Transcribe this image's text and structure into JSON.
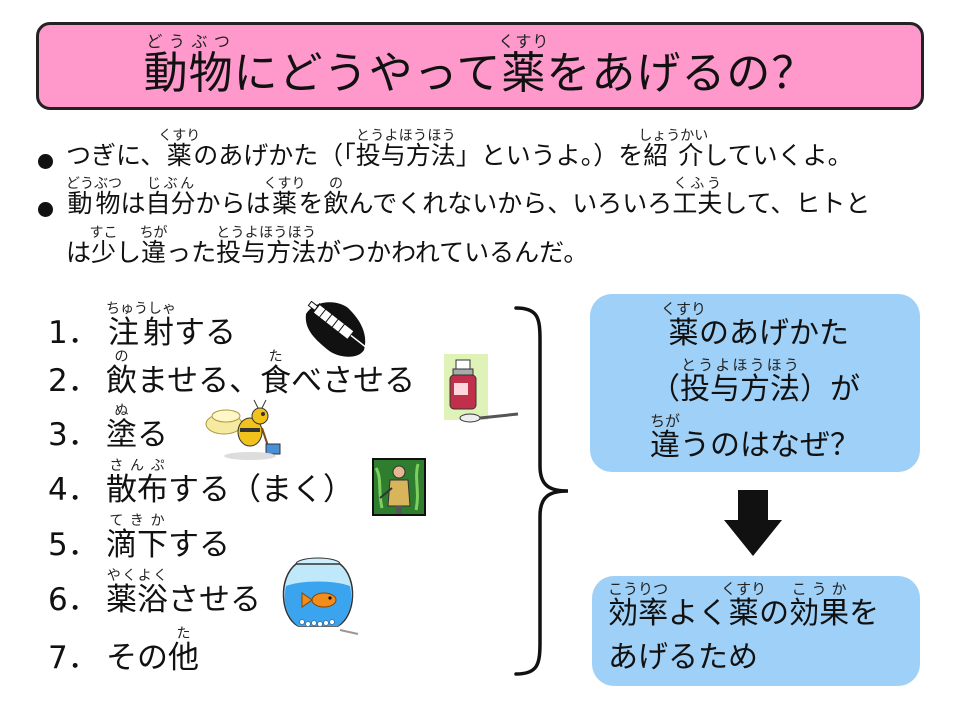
{
  "title": {
    "dou": "動",
    "dou_rt": "どう",
    "butsu": "物",
    "butsu_rt": "ぶつ",
    "mid": "にどうやって",
    "kusuri": "薬",
    "kusuri_rt": "くすり",
    "end": "をあげるの？"
  },
  "bullets": {
    "b1": {
      "p1": "つぎに、",
      "kusuri": "薬",
      "kusuri_rt": "くすり",
      "p2": "のあげかた（「",
      "toyo": "投与方法",
      "toyo_rt": "とうよほうほう",
      "p3": "」というよ。）を",
      "shokai": "紹介",
      "shokai_rt": "しょうかい",
      "p4": "していくよ。"
    },
    "b2": {
      "dou": "動",
      "dou_rt": "どう",
      "butsu": "物",
      "butsu_rt": "ぶつ",
      "p1": "は",
      "jibun": "自分",
      "jibun_rt": "じぶん",
      "p2": "からは",
      "kusuri": "薬",
      "kusuri_rt": "くすり",
      "p3": "を",
      "no": "飲",
      "no_rt": "の",
      "p4": "んでくれないから、いろいろ",
      "kufu": "工夫",
      "kufu_rt": "くふう",
      "p5": "して、ヒトと",
      "p6": "は",
      "suko": "少",
      "suko_rt": "すこ",
      "p7": "し",
      "chiga": "違",
      "chiga_rt": "ちが",
      "p8": "った",
      "toyo": "投与方法",
      "toyo_rt": "とうよほうほう",
      "p9": "がつかわれているんだ。"
    }
  },
  "list": [
    {
      "num": "1．",
      "k": "注射",
      "rt": "ちゅうしゃ",
      "rest": "する"
    },
    {
      "num": "2．",
      "k": "飲",
      "rt": "の",
      "mid": "ませる、",
      "k2": "食",
      "rt2": "た",
      "rest": "べさせる"
    },
    {
      "num": "3．",
      "k": "塗",
      "rt": "ぬ",
      "rest": "る"
    },
    {
      "num": "4．",
      "k": "散布",
      "rt": "さんぷ",
      "rest": "する（まく）"
    },
    {
      "num": "5．",
      "k": "滴下",
      "rt": "てきか",
      "rest": "する"
    },
    {
      "num": "6．",
      "k": "薬浴",
      "rt": "やくよく",
      "rest": "させる"
    },
    {
      "num": "7．",
      "pre": "その",
      "k": "他",
      "rt": "た",
      "rest": ""
    }
  ],
  "reason": {
    "kusuri": "薬",
    "kusuri_rt": "くすり",
    "line1_rest": "のあげかた",
    "open": "（",
    "toyo": "投与方法",
    "toyo_rt": "とうよほうほう",
    "close": "）が",
    "chiga": "違",
    "chiga_rt": "ちが",
    "line3_rest": "うのはなぜ？"
  },
  "purpose": {
    "koritsu": "効率",
    "koritsu_rt": "こうりつ",
    "p1": "よく",
    "kusuri": "薬",
    "kusuri_rt": "くすり",
    "p2": "の",
    "koka": "効果",
    "koka_rt": "こうか",
    "p3": "を",
    "line2": "あげるため"
  },
  "icons": {
    "syringe": "syringe-icon",
    "medicine": "medicine-bottle-icon",
    "bee": "bee-painting-icon",
    "sprayer": "sprayer-person-icon",
    "fishbowl": "fishbowl-icon",
    "arrow": "down-arrow-icon"
  },
  "colors": {
    "title_bg": "#ff99cc",
    "box_bg": "#9fd0f7"
  }
}
